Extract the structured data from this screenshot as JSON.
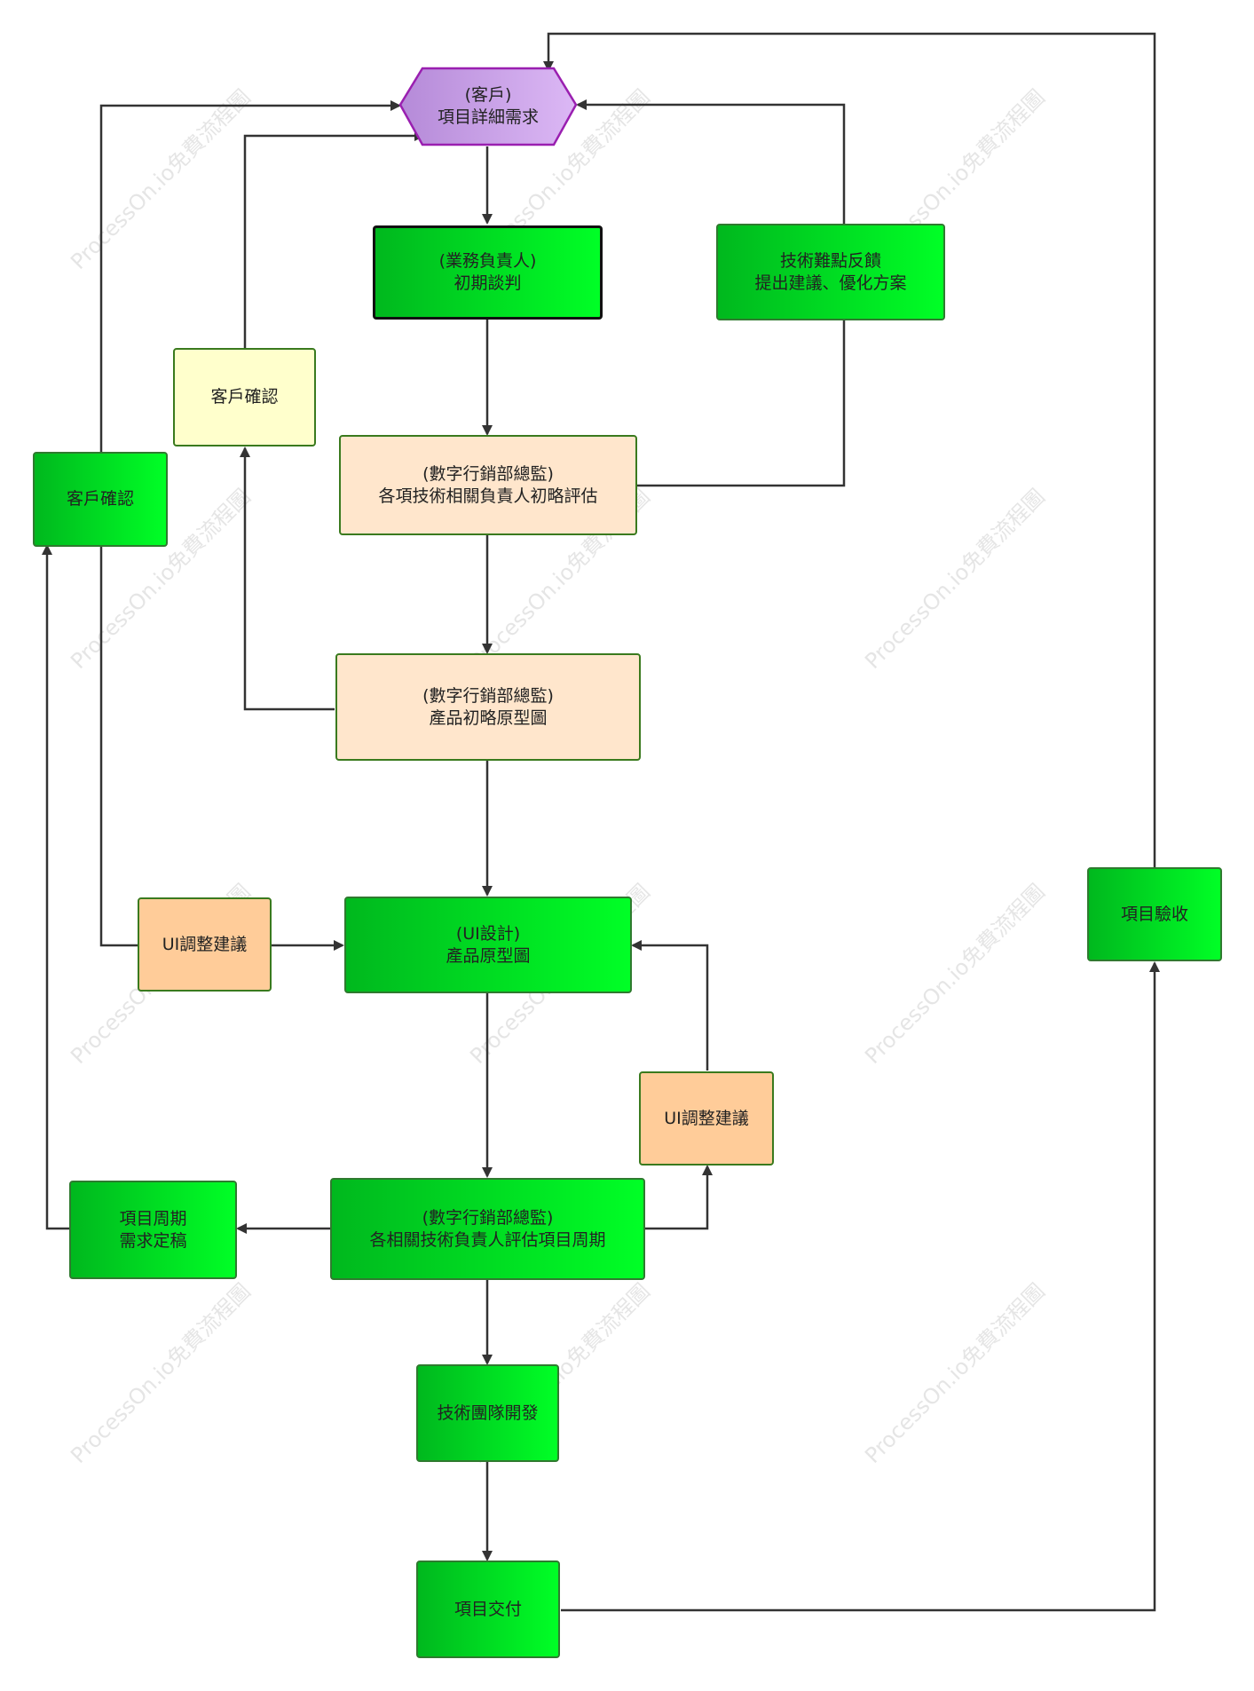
{
  "watermark": "ProcessOn.io免費流程圖",
  "nodes": {
    "client_requirements": {
      "line1": "(客戶)",
      "line2": "項目詳細需求"
    },
    "initial_negotiation": {
      "line1": "(業務負責人)",
      "line2": "初期談判"
    },
    "tech_feedback": {
      "line1": "技術難點反饋",
      "line2": "提出建議、優化方案"
    },
    "client_confirm_yellow": {
      "line1": "客戶確認"
    },
    "client_confirm_green": {
      "line1": "客戶確認"
    },
    "initial_assessment": {
      "line1": "(數字行銷部總監)",
      "line2": "各項技術相關負責人初略評估"
    },
    "initial_prototype": {
      "line1": "(數字行銷部總監)",
      "line2": "產品初略原型圖"
    },
    "ui_adjust_left": {
      "line1": "UI調整建議"
    },
    "ui_design": {
      "line1": "(UI設計)",
      "line2": "產品原型圖"
    },
    "ui_adjust_right": {
      "line1": "UI調整建議"
    },
    "project_acceptance": {
      "line1": "項目驗收"
    },
    "project_cycle": {
      "line1": "項目周期",
      "line2": "需求定稿"
    },
    "cycle_assessment": {
      "line1": "(數字行銷部總監)",
      "line2": "各相關技術負責人評估項目周期"
    },
    "tech_development": {
      "line1": "技術團隊開發"
    },
    "project_delivery": {
      "line1": "項目交付"
    }
  },
  "colors": {
    "hex_fill": "#c79ee8",
    "hex_border": "#9a1fb0",
    "green_start": "#00b81e",
    "green_end": "#00ff26",
    "peach": "#ffe6cc",
    "orange": "#ffcc99",
    "yellow": "#ffffcc",
    "connector": "#333333"
  }
}
